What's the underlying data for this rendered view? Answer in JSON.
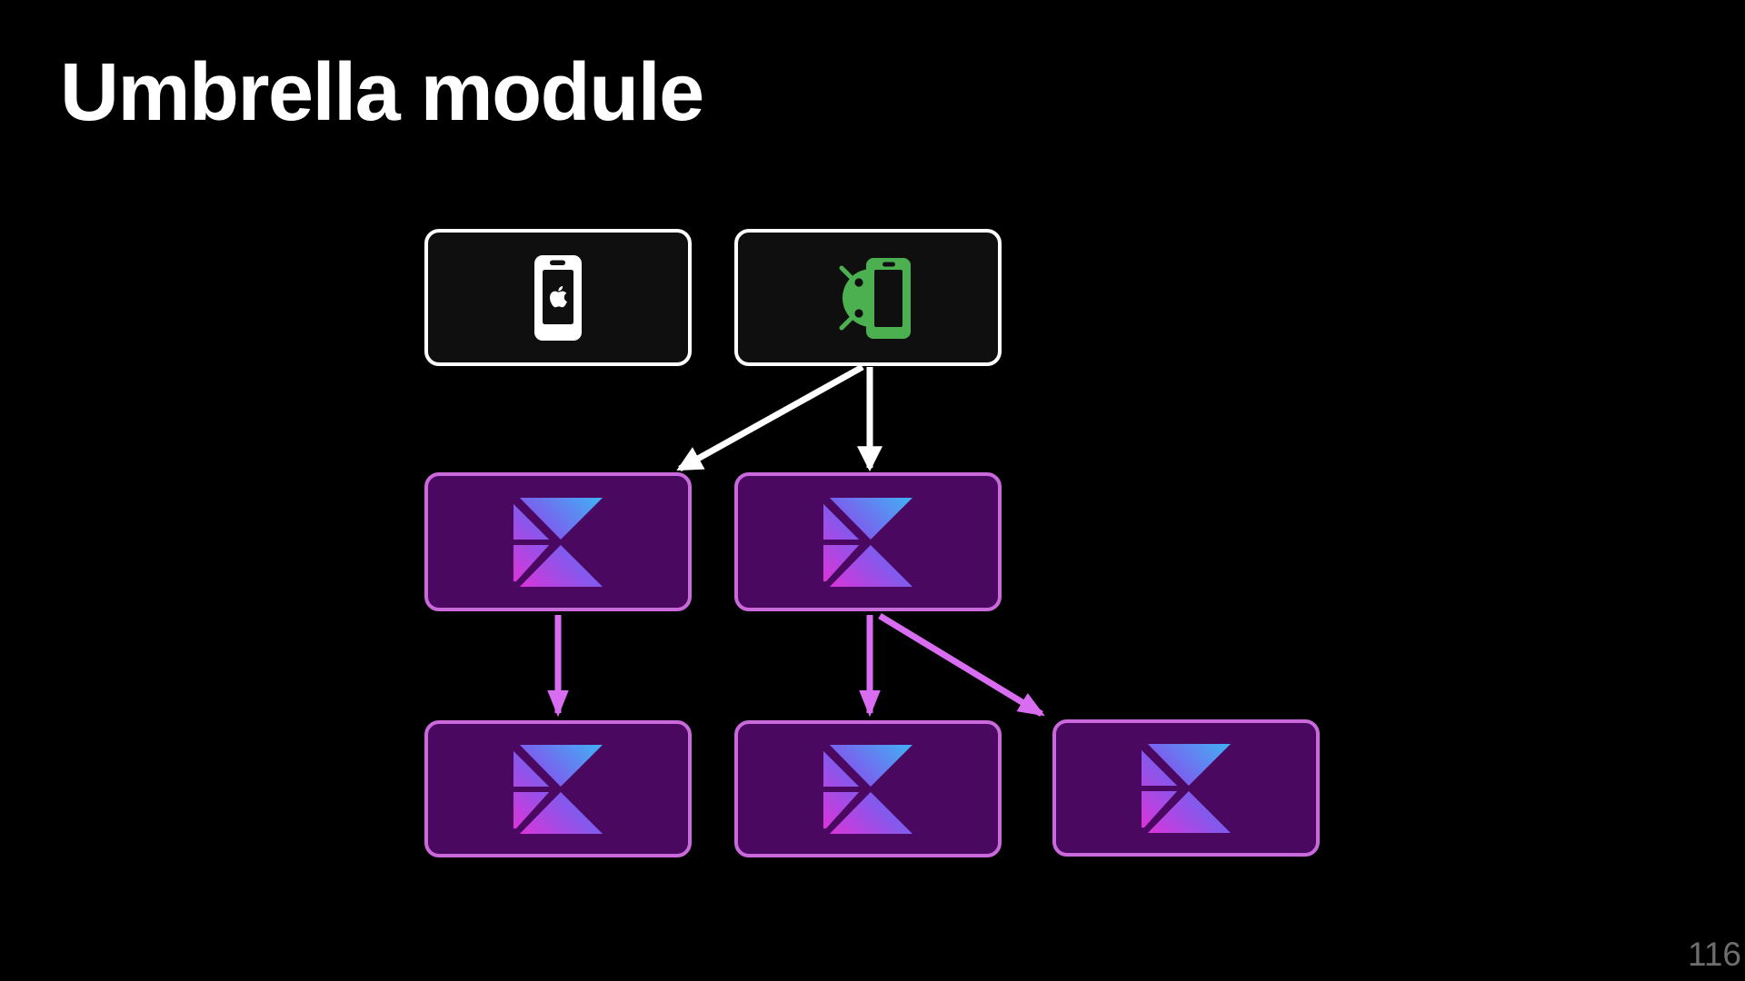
{
  "slide": {
    "title": "Umbrella module",
    "page_number": "116"
  },
  "colors": {
    "background": "#000000",
    "title-color": "#ffffff",
    "app-box-fill": "#0f0f0f",
    "app-box-border": "#ffffff",
    "module-box-fill": "#4a0861",
    "module-box-border": "#c969db",
    "arrow-white": "#ffffff",
    "arrow-magenta": "#d96df2",
    "android-green": "#4caf50",
    "iphone-white": "#ffffff",
    "kotlin-gradient-blue": "#40b2f4",
    "kotlin-gradient-violet": "#7e5cee",
    "kotlin-gradient-magenta": "#e032d8",
    "page-number-color": "#6e6e6e"
  },
  "diagram": {
    "nodes": [
      {
        "id": "ios-app",
        "row": "apps",
        "icon": "apple-phone-icon"
      },
      {
        "id": "android-app",
        "row": "apps",
        "icon": "android-phone-icon"
      },
      {
        "id": "umbrella-module-left",
        "row": "umbrella-modules",
        "icon": "kotlin-logo-icon"
      },
      {
        "id": "umbrella-module-right",
        "row": "umbrella-modules",
        "icon": "kotlin-logo-icon"
      },
      {
        "id": "feature-module-1",
        "row": "feature-modules",
        "icon": "kotlin-logo-icon"
      },
      {
        "id": "feature-module-2",
        "row": "feature-modules",
        "icon": "kotlin-logo-icon"
      },
      {
        "id": "feature-module-3",
        "row": "feature-modules",
        "icon": "kotlin-logo-icon"
      }
    ],
    "edges": [
      {
        "from": "android-app",
        "to": "umbrella-module-left",
        "color": "white"
      },
      {
        "from": "android-app",
        "to": "umbrella-module-right",
        "color": "white"
      },
      {
        "from": "umbrella-module-left",
        "to": "feature-module-1",
        "color": "magenta"
      },
      {
        "from": "umbrella-module-right",
        "to": "feature-module-2",
        "color": "magenta"
      },
      {
        "from": "umbrella-module-right",
        "to": "feature-module-3",
        "color": "magenta"
      }
    ]
  }
}
